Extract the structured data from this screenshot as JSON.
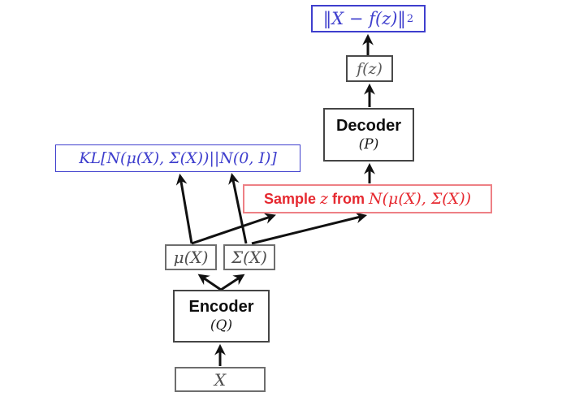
{
  "diagram": {
    "type": "flowchart",
    "subject": "Variational Autoencoder (VAE) training architecture",
    "colors": {
      "loss_blue": "#3e3ecd",
      "sample_red": "#e62930",
      "sample_red_border": "#ee8085",
      "gray_box_border": "#6e6e6e",
      "gray_box_text": "#4f4f4f",
      "block_border": "#454545",
      "arrow_black": "#111111",
      "background": "#ffffff"
    },
    "nodes": {
      "recon_loss": {
        "text": "‖X − f(z)‖",
        "sup": "2"
      },
      "fz": {
        "text": "f(z)"
      },
      "decoder": {
        "label": "Decoder",
        "param": "(P)"
      },
      "kl": {
        "text": "KL[N(μ(X), Σ(X))||N(0, I)]"
      },
      "sample": {
        "word1": "Sample",
        "z": "z",
        "word2": "from",
        "math": "N(μ(X), Σ(X))"
      },
      "mu": {
        "text": "μ(X)"
      },
      "sigma": {
        "text": "Σ(X)"
      },
      "encoder": {
        "label": "Encoder",
        "param": "(Q)"
      },
      "x": {
        "text": "X"
      }
    },
    "edges": [
      {
        "from": "x",
        "to": "encoder"
      },
      {
        "from": "encoder",
        "to": "mu"
      },
      {
        "from": "encoder",
        "to": "sigma"
      },
      {
        "from": "mu",
        "to": "kl"
      },
      {
        "from": "sigma",
        "to": "kl"
      },
      {
        "from": "mu",
        "to": "sample"
      },
      {
        "from": "sigma",
        "to": "sample"
      },
      {
        "from": "sample",
        "to": "decoder"
      },
      {
        "from": "decoder",
        "to": "fz"
      },
      {
        "from": "fz",
        "to": "recon_loss"
      }
    ]
  }
}
